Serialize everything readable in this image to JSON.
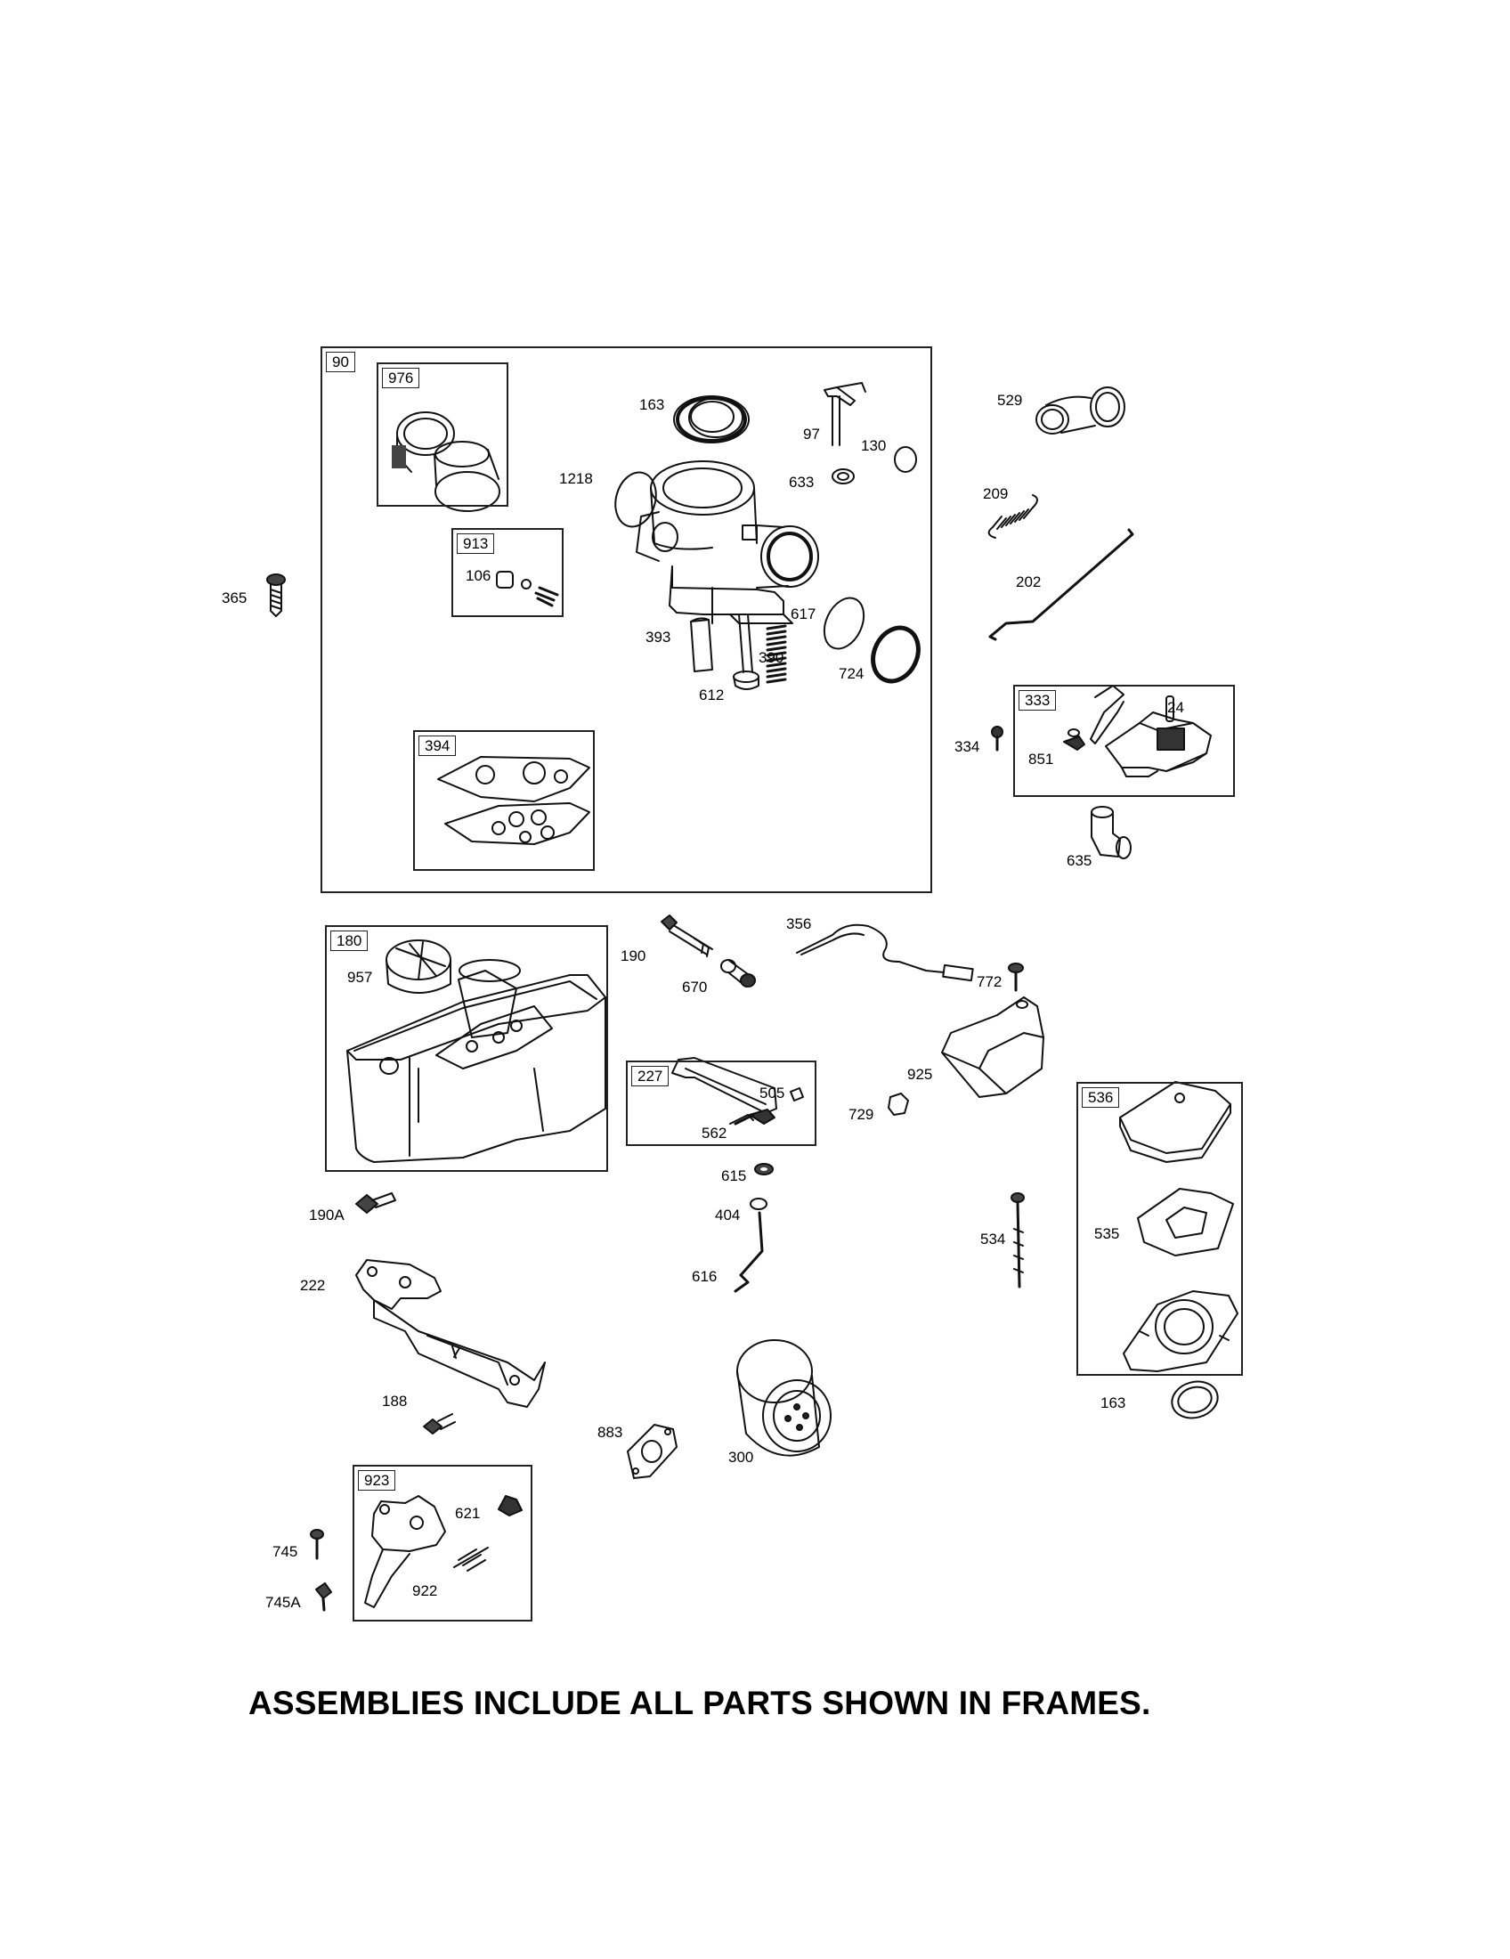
{
  "frames": {
    "f90": "90",
    "f976": "976",
    "f913": "913",
    "f394": "394",
    "f333": "333",
    "f180": "180",
    "f227": "227",
    "f536": "536",
    "f923": "923"
  },
  "parts": {
    "p163a": "163",
    "p97": "97",
    "p130": "130",
    "p1218": "1218",
    "p633": "633",
    "p106": "106",
    "p617": "617",
    "p393": "393",
    "p390": "390",
    "p724": "724",
    "p612": "612",
    "p529": "529",
    "p209": "209",
    "p202": "202",
    "p24": "24",
    "p334": "334",
    "p851": "851",
    "p635": "635",
    "p365": "365",
    "p356": "356",
    "p190": "190",
    "p670": "670",
    "p772": "772",
    "p957": "957",
    "p505": "505",
    "p925": "925",
    "p562": "562",
    "p729": "729",
    "p615": "615",
    "p404": "404",
    "p190A": "190A",
    "p534": "534",
    "p535": "535",
    "p222": "222",
    "p616": "616",
    "p188": "188",
    "p163b": "163",
    "p883": "883",
    "p300": "300",
    "p621": "621",
    "p745": "745",
    "p922": "922",
    "p745A": "745A"
  },
  "footer": "ASSEMBLIES INCLUDE ALL PARTS SHOWN IN FRAMES."
}
